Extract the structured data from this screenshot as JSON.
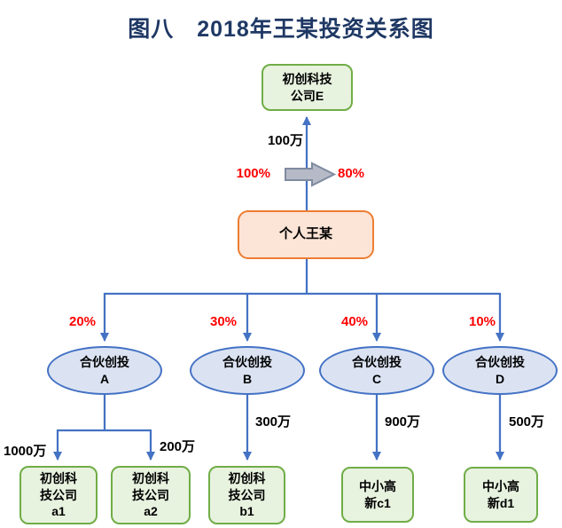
{
  "title": "图八　2018年王某投资关系图",
  "colors": {
    "title": "#1f3864",
    "line": "#4472c4",
    "red": "#ff0000",
    "text": "#000000",
    "green_fill": "#e7f2df",
    "green_border": "#70ad47",
    "orange_fill": "#fce4d6",
    "orange_border": "#ed7d31",
    "ellipse_fill": "#dbe3f3",
    "ellipse_border": "#4472c4",
    "gray_fill": "#b5bac6",
    "gray_border": "#7f8aa0"
  },
  "icons": {
    "transfer_arrow": "right-block-arrow"
  },
  "nodes": {
    "company_e": {
      "lines": [
        "初创科技",
        "公司E"
      ]
    },
    "person": {
      "label": "个人王某"
    }
  },
  "transfer": {
    "amount": "100万",
    "pct_from": "100%",
    "pct_to": "80%"
  },
  "partnerships": [
    {
      "pct": "20%",
      "lines": [
        "合伙创投",
        "A"
      ]
    },
    {
      "pct": "30%",
      "lines": [
        "合伙创投",
        "B"
      ]
    },
    {
      "pct": "40%",
      "lines": [
        "合伙创投",
        "C"
      ]
    },
    {
      "pct": "10%",
      "lines": [
        "合伙创投",
        "D"
      ]
    }
  ],
  "investments": [
    {
      "amount": "1000万",
      "lines": [
        "初创科",
        "技公司",
        "a1"
      ]
    },
    {
      "amount": "200万",
      "lines": [
        "初创科",
        "技公司",
        "a2"
      ]
    },
    {
      "amount": "300万",
      "lines": [
        "初创科",
        "技公司",
        "b1"
      ]
    },
    {
      "amount": "900万",
      "lines": [
        "中小高",
        "新c1"
      ]
    },
    {
      "amount": "500万",
      "lines": [
        "中小高",
        "新d1"
      ]
    }
  ]
}
